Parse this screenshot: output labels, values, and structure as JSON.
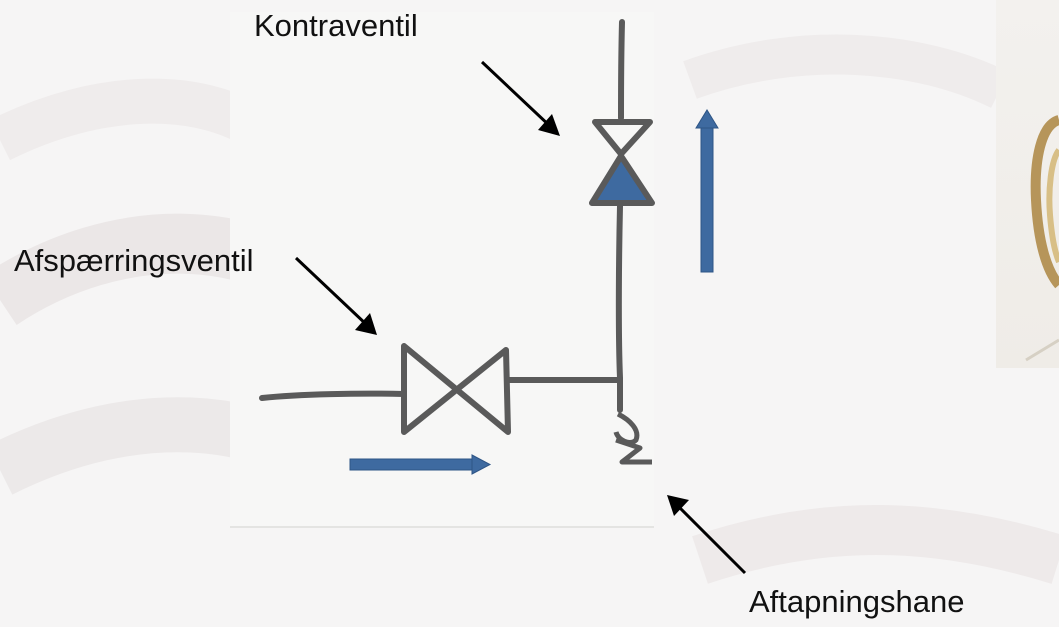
{
  "labels": {
    "check_valve": "Kontraventil",
    "shutoff_valve": "Afspærringsventil",
    "drain_cock": "Aftapningshane"
  },
  "colors": {
    "flow_arrow": "#3e6aa0",
    "pipe_stroke": "#5a5a5a",
    "pointer": "#000000"
  }
}
